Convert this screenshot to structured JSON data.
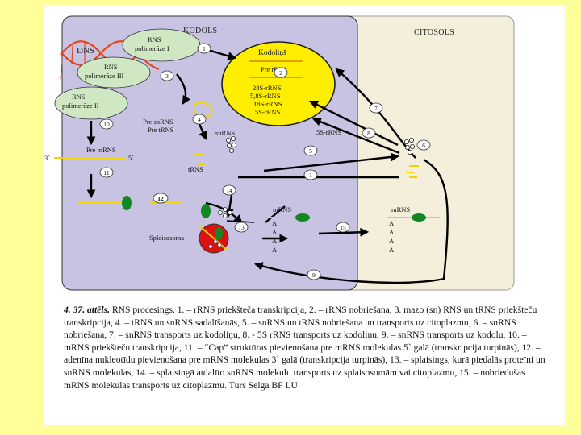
{
  "regions": {
    "nucleus": "KODOLS",
    "cytosol": "CITOSOLS",
    "dna": "DNS"
  },
  "nucleolus": {
    "title": "Kodoliņš",
    "pre_rrna": "Pre rRNS",
    "rrnas": [
      "28S-rRNS",
      "5,8S-rRNS",
      "18S-rRNS",
      "5S-rRNS"
    ]
  },
  "polymerases": [
    {
      "line1": "RNS",
      "line2": "polimerāze I"
    },
    {
      "line1": "RNS",
      "line2": "polimerāze III"
    },
    {
      "line1": "RNS",
      "line2": "polimerāze II"
    }
  ],
  "labels": {
    "pre_snrna": "Pre snRNS",
    "pre_trna": "Pre tRNS",
    "snrna": "snRNS",
    "trna": "tRNS",
    "pre_mrna": "Pre mRNS",
    "three_prime": "3`",
    "five_prime": "5`",
    "five_s_rrna": "5S-rRNS",
    "spliceosome": "Splaisosoma",
    "mrna_nucleus": "mRNS",
    "mrna_cytosol": "mRNS",
    "poly_a": "A",
    "step_12": "12"
  },
  "step_numbers": [
    "1",
    "2",
    "3",
    "4",
    "5",
    "6",
    "7",
    "8",
    "9",
    "10",
    "11",
    "13",
    "14",
    "15",
    "1"
  ],
  "caption": {
    "fig_label": "4. 37. attēls.",
    "text": " RNS procesings. 1. – rRNS priekšteča transkripcija, 2. – rRNS nobriešana, 3. mazo (sn) RNS un tRNS priekšteču transkripcija, 4. – tRNS un snRNS sadalīšanās, 5. – snRNS un tRNS nobriešana un transports uz citoplazmu, 6. – snRNS nobriešana, 7. – snRNS transports uz kodoliņu, 8. - 5S rRNS transports uz kodoliņu, 9. – snRNS transports uz kodolu, 10. –mRNS priekšteču transkripcija, 11. – “Cap” struktūras pievienošana pre mRNS molekulas 5` galā (transkripcija turpinās), 12. – adenīna nukleotīdu pievienošana pre mRNS molekulas 3` galā (transkripcija turpinās), 13. – splaisings, kurā piedalās proteīni un snRNS molekulas, 14. – splaisingā atdalīto snRNS molekulu transports uz splaisosomām vai citoplazmu, 15. – nobriedušas mRNS molekulas transports uz citoplazmu. Tūrs Selga BF LU"
  },
  "colors": {
    "page_bg": "#ffff99",
    "nucleus": "#c8c3e3",
    "cytosol": "#f3efda",
    "nucleolus": "#ffee00",
    "polymerase": "#cfe8c3",
    "spliceosome": "#dd1111",
    "cap_green": "#118822"
  }
}
